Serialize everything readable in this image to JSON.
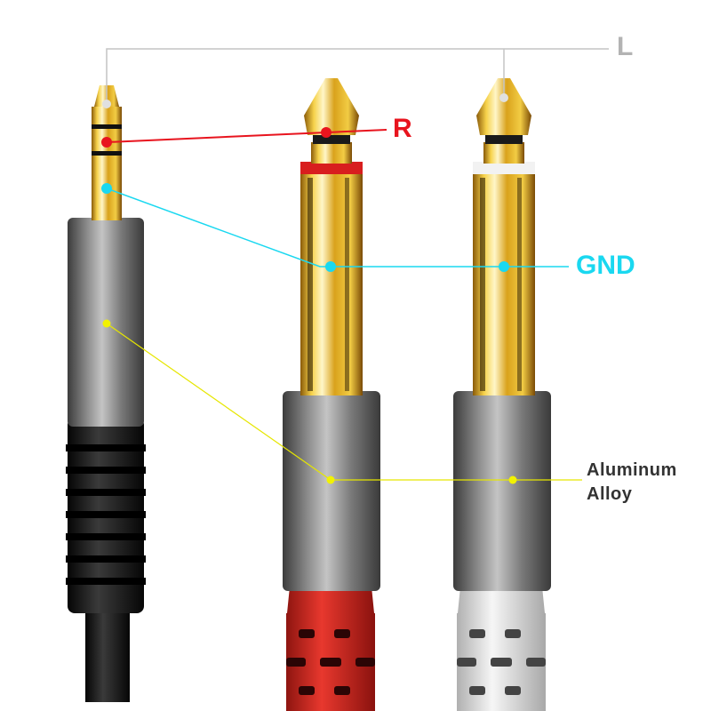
{
  "labels": {
    "left_channel": "L",
    "right_channel": "R",
    "ground": "GND",
    "material_line1": "Aluminum",
    "material_line2": "Alloy"
  },
  "colors": {
    "left_channel": "#b3b3b3",
    "right_channel": "#e8141e",
    "ground": "#1ad8f0",
    "material": "#333333",
    "material_pointer": "#f2f200",
    "gold": "#e8b820",
    "housing": "#707070",
    "red_boot": "#d42a24",
    "white_boot": "#e6e6e6",
    "black_boot": "#1c1c1c"
  },
  "connectors": [
    {
      "name": "3.5mm TRS plug",
      "boot_color": "black_boot"
    },
    {
      "name": "6.35mm TS plug",
      "boot_color": "red_boot"
    },
    {
      "name": "6.35mm TS plug",
      "boot_color": "white_boot"
    }
  ]
}
